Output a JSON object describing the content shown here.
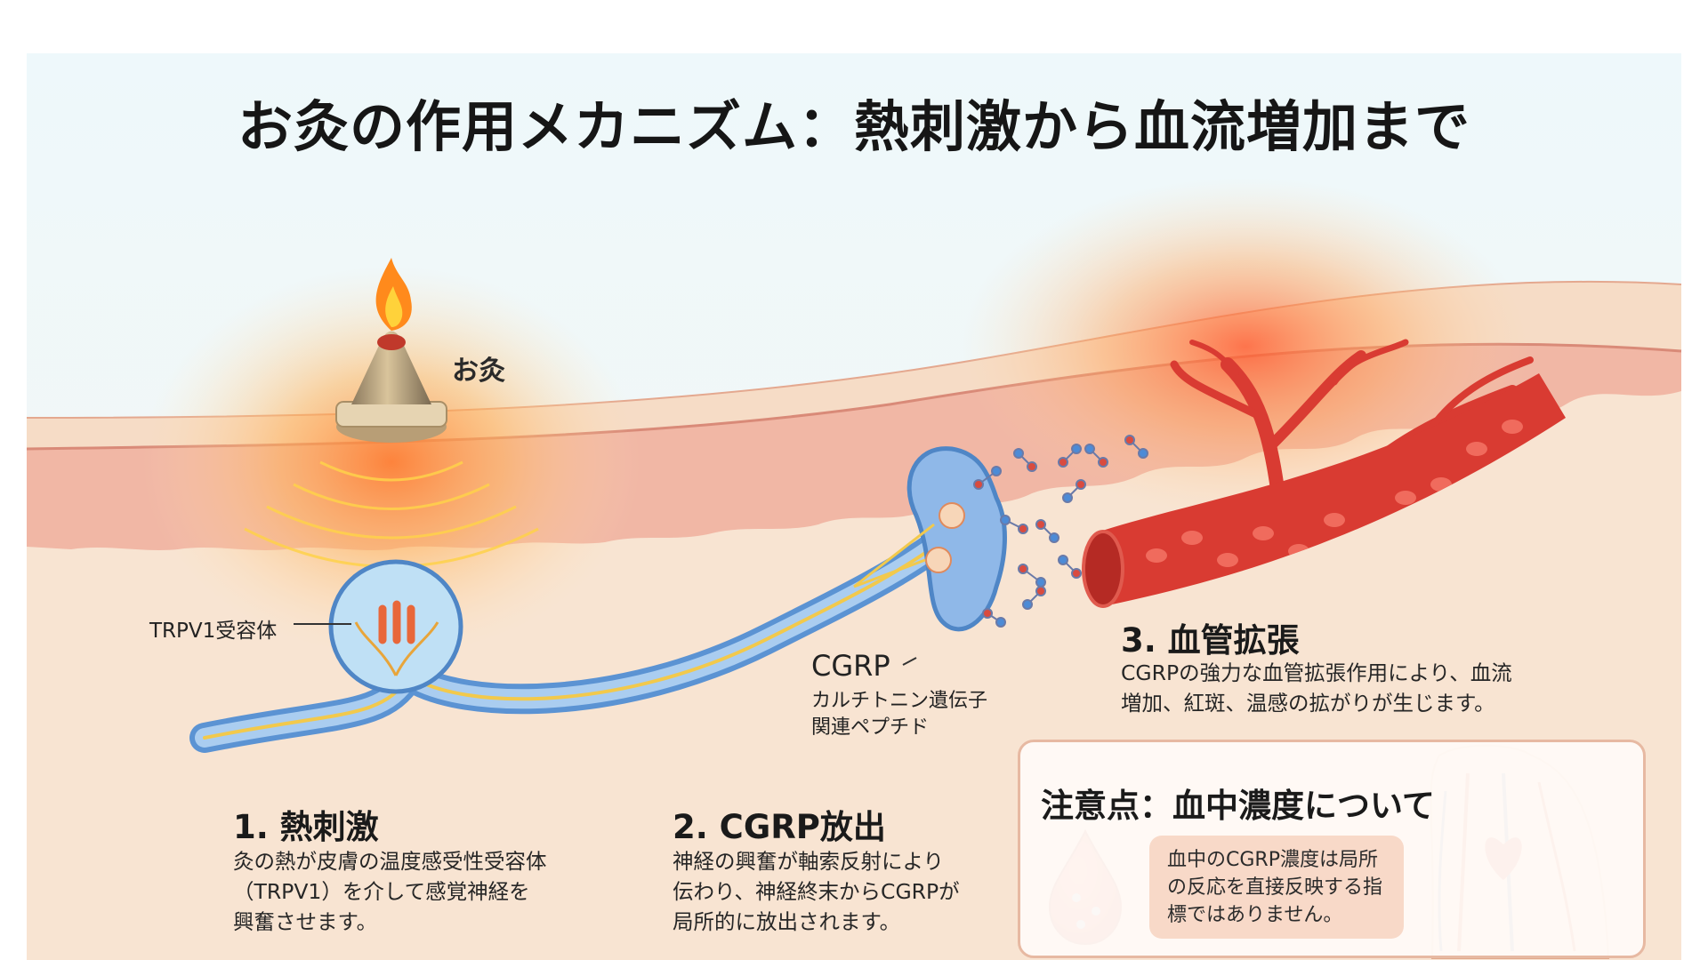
{
  "title": "お灸の作用メカニズム：熱刺激から血流増加まで",
  "labels": {
    "moxa": "お灸",
    "trpv1": "TRPV1受容体",
    "cgrp": "CGRP",
    "cgrp_full_line1": "カルチトニン遺伝子",
    "cgrp_full_line2": "関連ペプチド"
  },
  "steps": [
    {
      "title": "1. 熱刺激",
      "lines": [
        "灸の熱が皮膚の温度感受性受容体",
        "（TRPV1）を介して感覚神経を",
        "興奮させます。"
      ]
    },
    {
      "title": "2. CGRP放出",
      "lines": [
        "神経の興奮が軸索反射により",
        "伝わり、神経終末からCGRPが",
        "局所的に放出されます。"
      ]
    },
    {
      "title": "3. 血管拡張",
      "lines": [
        "CGRPの強力な血管拡張作用により、血流",
        "増加、紅斑、温感の拡がりが生じます。"
      ]
    }
  ],
  "caution": {
    "title": "注意点：血中濃度について",
    "note_lines": [
      "血中のCGRP濃度は局所",
      "の反応を直接反映する指",
      "標ではありません。"
    ]
  },
  "colors": {
    "sky": "#eaf6fa",
    "skin_upper": "#f6dcc6",
    "dermis": "#f1b7a5",
    "subcutis": "#f8e4d2",
    "nerve": "#5b93d3",
    "vessel": "#d93b32",
    "heat": "#ff8a2a"
  }
}
